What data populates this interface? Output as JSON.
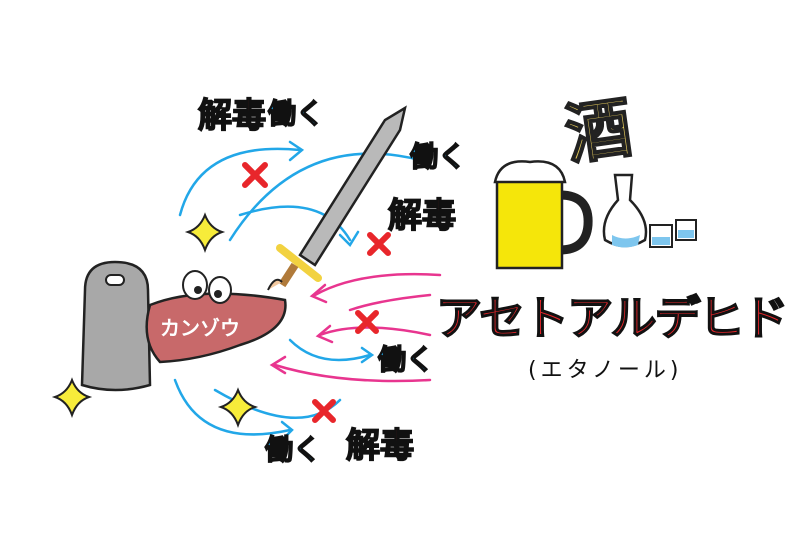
{
  "labels": {
    "detox": "解毒",
    "work": "働く",
    "liver": "カンゾウ",
    "sake": "酒",
    "acetaldehyde": "アセトアルデヒド",
    "ethanol": "(エタノール)"
  },
  "colors": {
    "red": "#e8262b",
    "blue": "#22a7e8",
    "pink": "#e8358f",
    "liver": "#c8696a",
    "beer": "#f5e60a"
  }
}
